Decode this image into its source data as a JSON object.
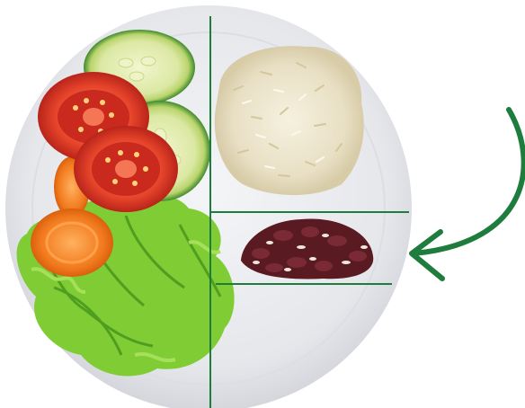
{
  "image": {
    "subject": "plate-with-food-portions",
    "sections": [
      {
        "name": "vegetables",
        "items": [
          "cucumber",
          "tomato",
          "carrot",
          "lettuce"
        ]
      },
      {
        "name": "grains",
        "items": [
          "rice"
        ]
      },
      {
        "name": "protein",
        "items": [
          "beans"
        ]
      }
    ],
    "divider_color": "#1e7d3c",
    "arrow_color": "#1e7d3c",
    "plate_color": "#e9eaee"
  }
}
